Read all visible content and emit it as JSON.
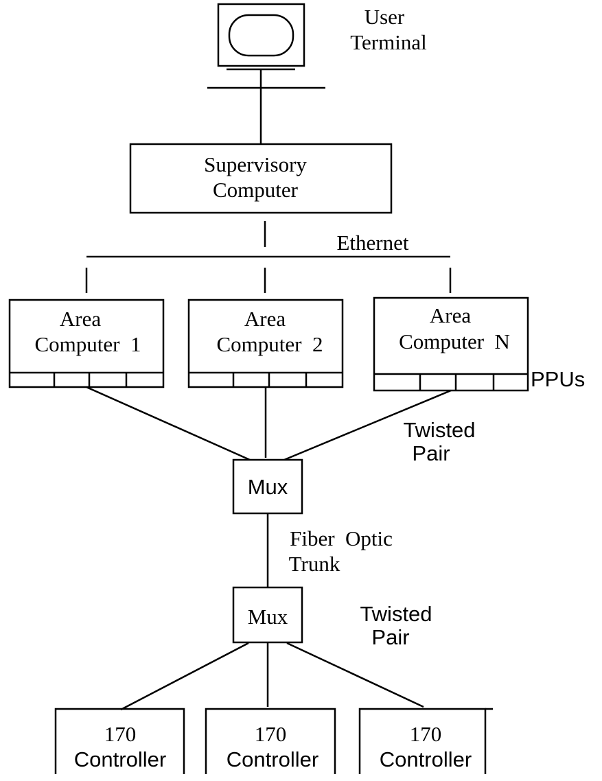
{
  "terminal": {
    "label_line1": "User",
    "label_line2": "Terminal"
  },
  "supervisory": {
    "line1": "Supervisory",
    "line2": "Computer"
  },
  "network": {
    "ethernet": "Ethernet"
  },
  "area_computers": [
    {
      "line1": "Area",
      "line2": "Computer  1"
    },
    {
      "line1": "Area",
      "line2": "Computer  2"
    },
    {
      "line1": "Area",
      "line2": "Computer  N"
    }
  ],
  "ppus_label": "PPUs",
  "twisted_pair_top": {
    "line1": "Twisted",
    "line2": "Pair"
  },
  "mux_top": "Mux",
  "fiber": {
    "line1": "Fiber  Optic",
    "line2": "Trunk"
  },
  "mux_bottom": "Mux",
  "twisted_pair_bottom": {
    "line1": "Twisted",
    "line2": "Pair"
  },
  "controllers": [
    {
      "line1": "170",
      "line2": "Controller"
    },
    {
      "line1": "170",
      "line2": "Controller"
    },
    {
      "line1": "170",
      "line2": "Controller"
    }
  ]
}
